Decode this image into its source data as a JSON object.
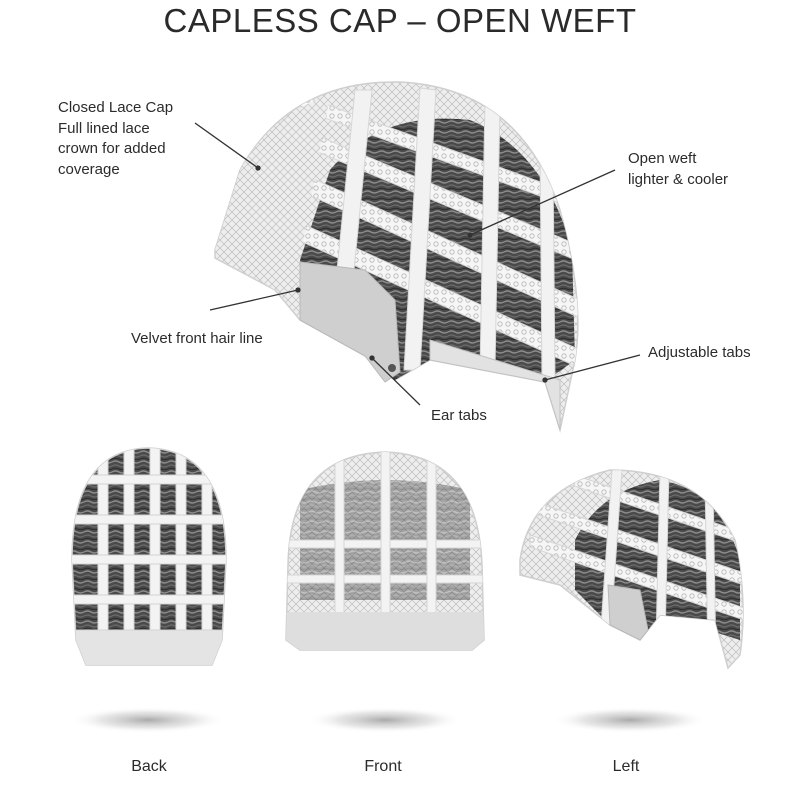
{
  "title": "CAPLESS CAP – OPEN WEFT",
  "callouts": {
    "closed_lace_cap": [
      "Closed Lace Cap",
      "Full lined lace",
      "crown for added",
      "coverage"
    ],
    "open_weft": [
      "Open weft",
      "lighter & cooler"
    ],
    "velvet_front": "Velvet front hair line",
    "adjustable_tabs": "Adjustable tabs",
    "ear_tabs": "Ear tabs"
  },
  "views": {
    "back": "Back",
    "front": "Front",
    "left": "Left"
  },
  "colors": {
    "lace": "#e9e9e9",
    "weft_dark": "#3a3a3a",
    "weft_mid": "#8a8a8a",
    "strip": "#f4f4f4",
    "leader": "#333333"
  }
}
